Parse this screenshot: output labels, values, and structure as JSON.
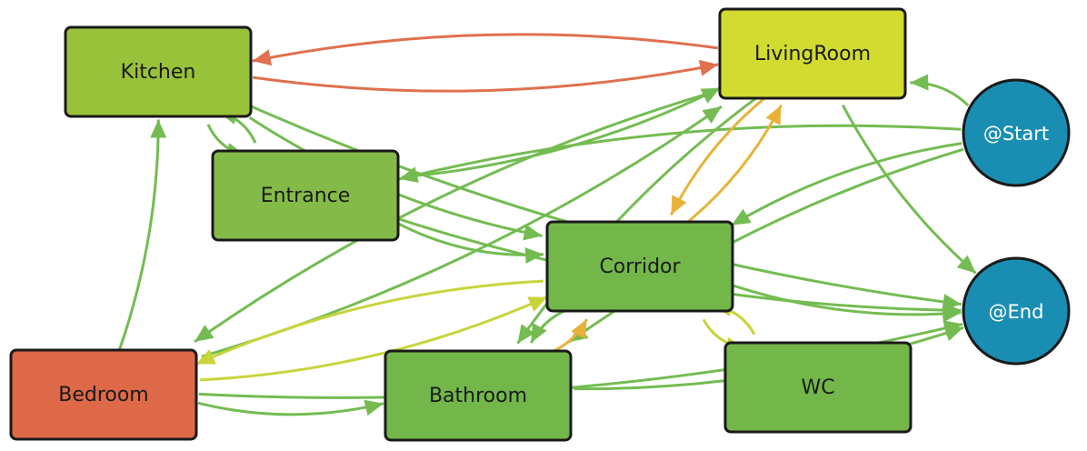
{
  "diagram": {
    "nodes": {
      "kitchen": {
        "label": "Kitchen",
        "shape": "rect",
        "color": "#98C23A"
      },
      "livingroom": {
        "label": "LivingRoom",
        "shape": "rect",
        "color": "#D2DB30"
      },
      "entrance": {
        "label": "Entrance",
        "shape": "rect",
        "color": "#84BB48"
      },
      "corridor": {
        "label": "Corridor",
        "shape": "rect",
        "color": "#73B74A"
      },
      "bedroom": {
        "label": "Bedroom",
        "shape": "rect",
        "color": "#DE6948"
      },
      "bathroom": {
        "label": "Bathroom",
        "shape": "rect",
        "color": "#73B74A"
      },
      "wc": {
        "label": "WC",
        "shape": "rect",
        "color": "#73B74A"
      },
      "start": {
        "label": "@Start",
        "shape": "circle",
        "color": "#1A8EB2"
      },
      "end": {
        "label": "@End",
        "shape": "circle",
        "color": "#1A8EB2"
      }
    },
    "edge_colors": {
      "green": "#74BC52",
      "yellow": "#C9D43A",
      "orange": "#E8B23A",
      "red": "#E0704E"
    },
    "edges": [
      {
        "from": "livingroom",
        "to": "kitchen",
        "color": "red"
      },
      {
        "from": "kitchen",
        "to": "livingroom",
        "color": "red"
      },
      {
        "from": "kitchen",
        "to": "entrance",
        "color": "green"
      },
      {
        "from": "entrance",
        "to": "kitchen",
        "color": "green"
      },
      {
        "from": "kitchen",
        "to": "corridor",
        "color": "green"
      },
      {
        "from": "kitchen",
        "to": "end",
        "color": "green"
      },
      {
        "from": "bedroom",
        "to": "kitchen",
        "color": "green"
      },
      {
        "from": "entrance",
        "to": "livingroom",
        "color": "green"
      },
      {
        "from": "entrance",
        "to": "corridor",
        "color": "green"
      },
      {
        "from": "entrance",
        "to": "end",
        "color": "green"
      },
      {
        "from": "start",
        "to": "livingroom",
        "color": "green"
      },
      {
        "from": "start",
        "to": "entrance",
        "color": "green"
      },
      {
        "from": "start",
        "to": "corridor",
        "color": "green"
      },
      {
        "from": "start",
        "to": "bathroom",
        "color": "green"
      },
      {
        "from": "livingroom",
        "to": "end",
        "color": "green"
      },
      {
        "from": "livingroom",
        "to": "corridor",
        "color": "orange"
      },
      {
        "from": "corridor",
        "to": "livingroom",
        "color": "orange"
      },
      {
        "from": "livingroom",
        "to": "bathroom",
        "color": "green"
      },
      {
        "from": "bedroom",
        "to": "livingroom",
        "color": "green"
      },
      {
        "from": "livingroom",
        "to": "bedroom",
        "color": "green"
      },
      {
        "from": "corridor",
        "to": "bedroom",
        "color": "yellow"
      },
      {
        "from": "bedroom",
        "to": "corridor",
        "color": "yellow"
      },
      {
        "from": "corridor",
        "to": "bathroom",
        "color": "green"
      },
      {
        "from": "bathroom",
        "to": "corridor",
        "color": "orange"
      },
      {
        "from": "corridor",
        "to": "wc",
        "color": "yellow"
      },
      {
        "from": "wc",
        "to": "corridor",
        "color": "yellow"
      },
      {
        "from": "corridor",
        "to": "end",
        "color": "green"
      },
      {
        "from": "bedroom",
        "to": "bathroom",
        "color": "green"
      },
      {
        "from": "bedroom",
        "to": "end",
        "color": "green"
      },
      {
        "from": "bathroom",
        "to": "end",
        "color": "green"
      }
    ]
  }
}
